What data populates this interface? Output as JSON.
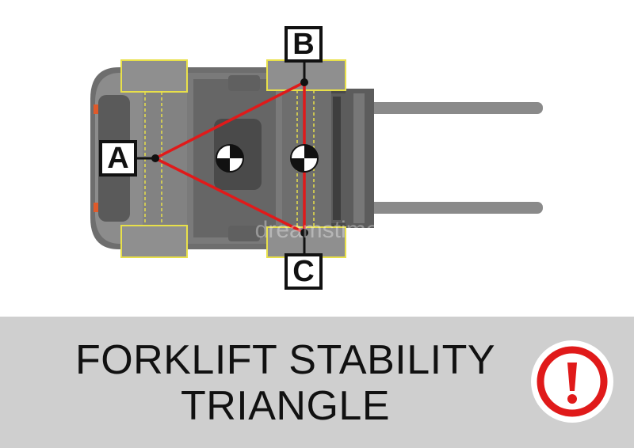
{
  "labels": {
    "a": "A",
    "b": "B",
    "c": "C"
  },
  "title": {
    "line1": "FORKLIFT STABILITY",
    "line2": "TRIANGLE"
  },
  "watermark": "dreamstime",
  "icons": [
    "center-of-gravity-icon",
    "warning-exclamation-icon"
  ],
  "colors": {
    "triangle": "#e01a1a",
    "axle_zone_outline": "#e8e04a",
    "forklift_body": "#6e6e6e",
    "forks": "#8a8a8a",
    "footer": "#cfcfcf",
    "warning_ring": "#e01a1a"
  }
}
